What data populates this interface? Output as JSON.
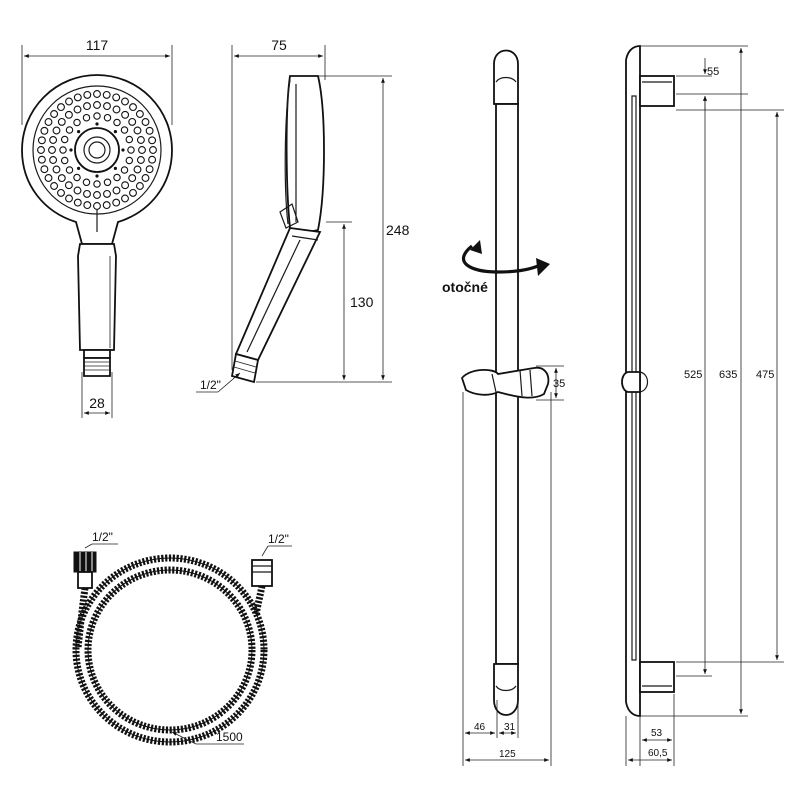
{
  "hand_shower_front": {
    "width_label": "117",
    "base_label": "28"
  },
  "hand_shower_side": {
    "width_label": "75",
    "height_label": "248",
    "handle_label": "130",
    "thread_label": "1/2\""
  },
  "rail": {
    "rotation_label": "otočné",
    "holder_label": "35",
    "offset_left_label": "46",
    "offset_right_label": "31",
    "total_width_label": "125"
  },
  "rail_side": {
    "bracket_label": "55",
    "length_a_label": "525",
    "length_b_label": "635",
    "length_c_label": "475",
    "depth_a_label": "53",
    "depth_b_label": "60,5"
  },
  "hose": {
    "thread_left_label": "1/2\"",
    "thread_right_label": "1/2\"",
    "length_label": "1500"
  },
  "colors": {
    "line": "#1a1a1a",
    "arrow": "#111111",
    "background": "#ffffff"
  }
}
